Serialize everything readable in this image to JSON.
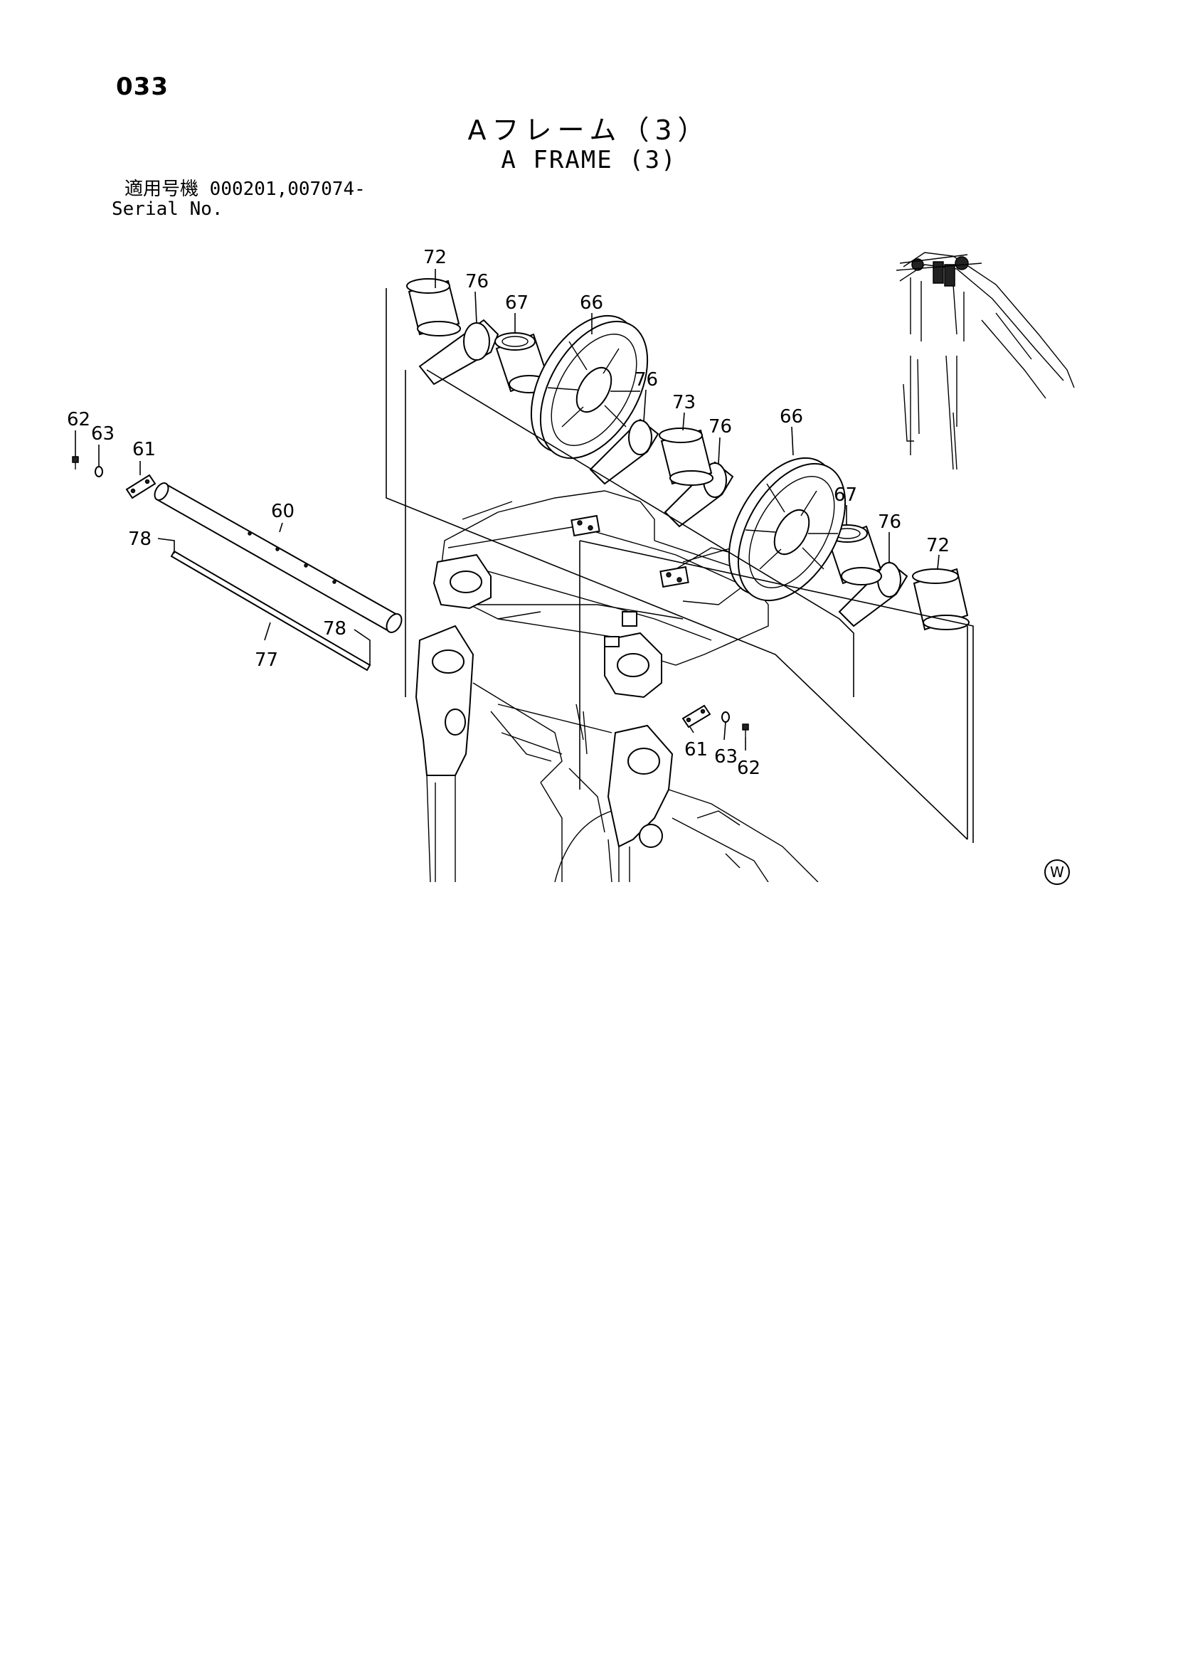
{
  "page_number": "033",
  "title_ja": "Aフレーム（3）",
  "title_en": "A FRAME (3)",
  "serial_label_ja": "適用号機",
  "serial_numbers": "000201,007074-",
  "serial_label_en": "Serial No.",
  "callouts": {
    "c72a": "72",
    "c76a": "76",
    "c67a": "67",
    "c66a": "66",
    "c76b": "76",
    "c73": "73",
    "c76c": "76",
    "c66b": "66",
    "c67b": "67",
    "c76d": "76",
    "c72b": "72",
    "c62a": "62",
    "c63a": "63",
    "c61a": "61",
    "c60": "60",
    "c78a": "78",
    "c78b": "78",
    "c77": "77",
    "c61b": "61",
    "c63b": "63",
    "c62b": "62"
  },
  "corner_mark": "W"
}
